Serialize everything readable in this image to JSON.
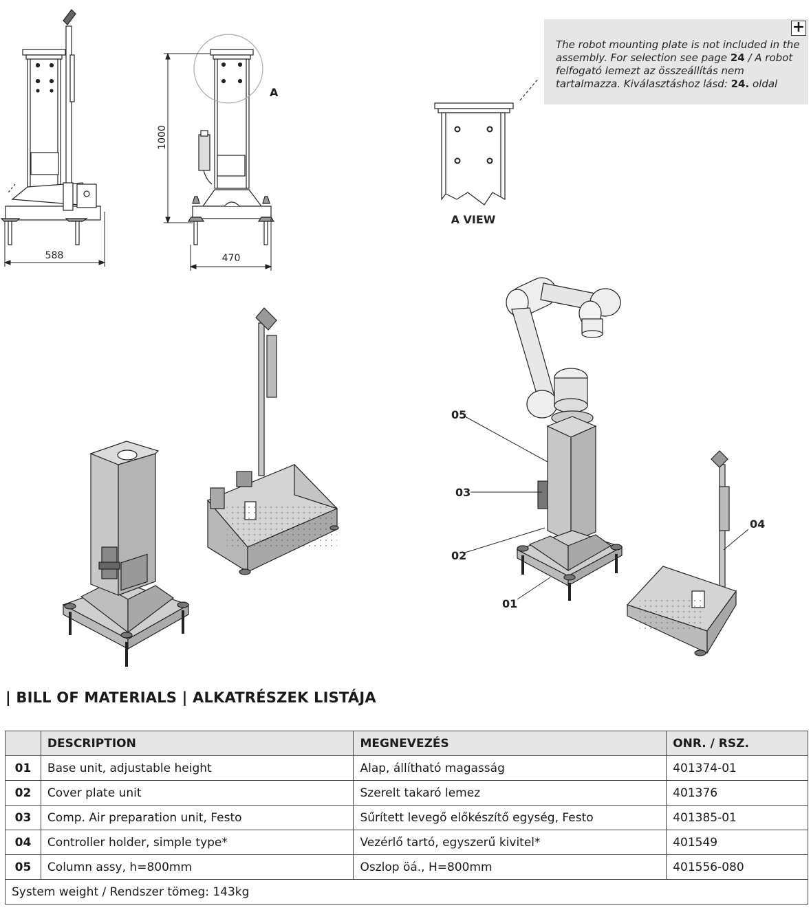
{
  "drawings": {
    "side_dim_width": "588",
    "front_dim_width": "470",
    "front_dim_height": "1000",
    "detail_marker": "A",
    "a_view_label": "A VIEW"
  },
  "note": {
    "text_en_1": "The robot mounting plate is not included in the assembly. For selection see page ",
    "page_num_1": "24",
    "text_hu_1": " / A robot felfogató lemezt az összeállítás nem tartalmazza. Kiválasztáshoz lásd: ",
    "page_num_2": "24.",
    "text_hu_2": " oldal",
    "expand_label": "+"
  },
  "callouts": [
    "05",
    "03",
    "02",
    "01",
    "04"
  ],
  "bom": {
    "title": "| BILL OF MATERIALS | ALKATRÉSZEK LISTÁJA",
    "headers": {
      "num": "",
      "description": "DESCRIPTION",
      "megnevezes": "MEGNEVEZÉS",
      "part_no": "ONR. / RSZ."
    },
    "rows": [
      {
        "num": "01",
        "description": "Base unit, adjustable height",
        "megnevezes": "Alap, állítható magasság",
        "part_no": "401374-01"
      },
      {
        "num": "02",
        "description": "Cover plate unit",
        "megnevezes": "Szerelt takaró lemez",
        "part_no": "401376"
      },
      {
        "num": "03",
        "description": "Comp. Air preparation unit, Festo",
        "megnevezes": "Sűrített levegő előkészítő egység, Festo",
        "part_no": "401385-01"
      },
      {
        "num": "04",
        "description": "Controller holder, simple type*",
        "megnevezes": "Vezérlő tartó, egyszerű kivitel*",
        "part_no": "401549"
      },
      {
        "num": "05",
        "description": "Column assy, h=800mm",
        "megnevezes": "Oszlop öá., H=800mm",
        "part_no": "401556-080"
      }
    ],
    "footer": "System weight / Rendszer tömeg: 143kg"
  }
}
